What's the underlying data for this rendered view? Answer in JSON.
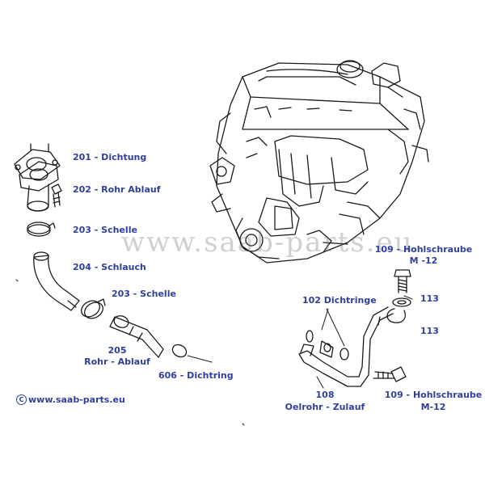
{
  "watermark": "www.saab-parts.eu",
  "copyright": {
    "symbol": "C",
    "text": "www.saab-parts.eu"
  },
  "labels": {
    "p201": "201 - Dichtung",
    "p202": "202 - Rohr Ablauf",
    "p203a": "203 - Schelle",
    "p204": "204 - Schlauch",
    "p203b": "203 - Schelle",
    "p205_num": "205",
    "p205_name": "Rohr - Ablauf",
    "p606": "606 - Dichtring",
    "p109a_line1": "109 - Hohlschraube",
    "p109a_line2": "M -12",
    "p102": "102 Dichtringe",
    "p113a": "113",
    "p113b": "113",
    "p108_num": "108",
    "p108_name": "Oelrohr - Zulauf",
    "p109b_line1": "109 - Hohlschraube",
    "p109b_line2": "M-12"
  },
  "colors": {
    "label": "#2f3f9a",
    "line": "#1a1a1a",
    "watermark": "#9a9a9a"
  }
}
